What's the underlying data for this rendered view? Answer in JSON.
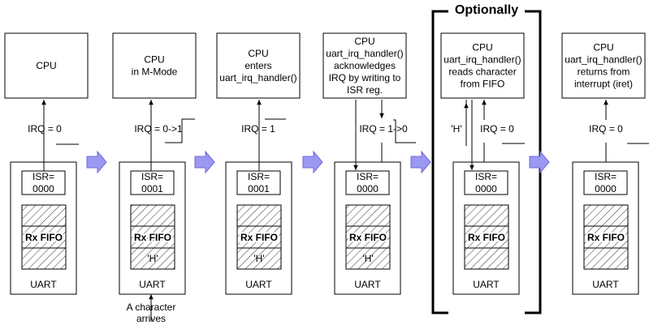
{
  "optional_label": "Optionally",
  "stages": [
    {
      "cpu": [
        "CPU"
      ],
      "irq": [
        "IRQ = 0"
      ],
      "isr": [
        "ISR=",
        "0000"
      ],
      "fifo": "Rx FIFO",
      "fifo_char": "",
      "uart": "UART",
      "note": []
    },
    {
      "cpu": [
        "CPU",
        "in M-Mode"
      ],
      "irq": [
        "IRQ = 0->1"
      ],
      "isr": [
        "ISR=",
        "0001"
      ],
      "fifo": "Rx FIFO",
      "fifo_char": "'H'",
      "uart": "UART",
      "note": [
        "A character",
        "arrives"
      ]
    },
    {
      "cpu": [
        "CPU",
        "enters",
        "uart_irq_handler()"
      ],
      "irq": [
        "IRQ = 1"
      ],
      "isr": [
        "ISR=",
        "0001"
      ],
      "fifo": "Rx FIFO",
      "fifo_char": "'H'",
      "uart": "UART",
      "note": []
    },
    {
      "cpu": [
        "CPU",
        "uart_irq_handler()",
        "acknowledges",
        "IRQ by writing to",
        "ISR reg."
      ],
      "irq": [
        "IRQ = 1->0"
      ],
      "isr": [
        "ISR=",
        "0000"
      ],
      "fifo": "Rx FIFO",
      "fifo_char": "'H'",
      "uart": "UART",
      "note": []
    },
    {
      "cpu": [
        "CPU",
        "uart_irq_handler()",
        "reads character",
        "from FIFO"
      ],
      "irq": [
        "IRQ = 0"
      ],
      "char_label": "'H'",
      "isr": [
        "ISR=",
        "0000"
      ],
      "fifo": "Rx FIFO",
      "fifo_char": "",
      "uart": "UART",
      "note": []
    },
    {
      "cpu": [
        "CPU",
        "uart_irq_handler()",
        "returns from",
        "interrupt (iret)"
      ],
      "irq": [
        "IRQ = 0"
      ],
      "isr": [
        "ISR=",
        "0000"
      ],
      "fifo": "Rx FIFO",
      "fifo_char": "",
      "uart": "UART",
      "note": []
    }
  ]
}
